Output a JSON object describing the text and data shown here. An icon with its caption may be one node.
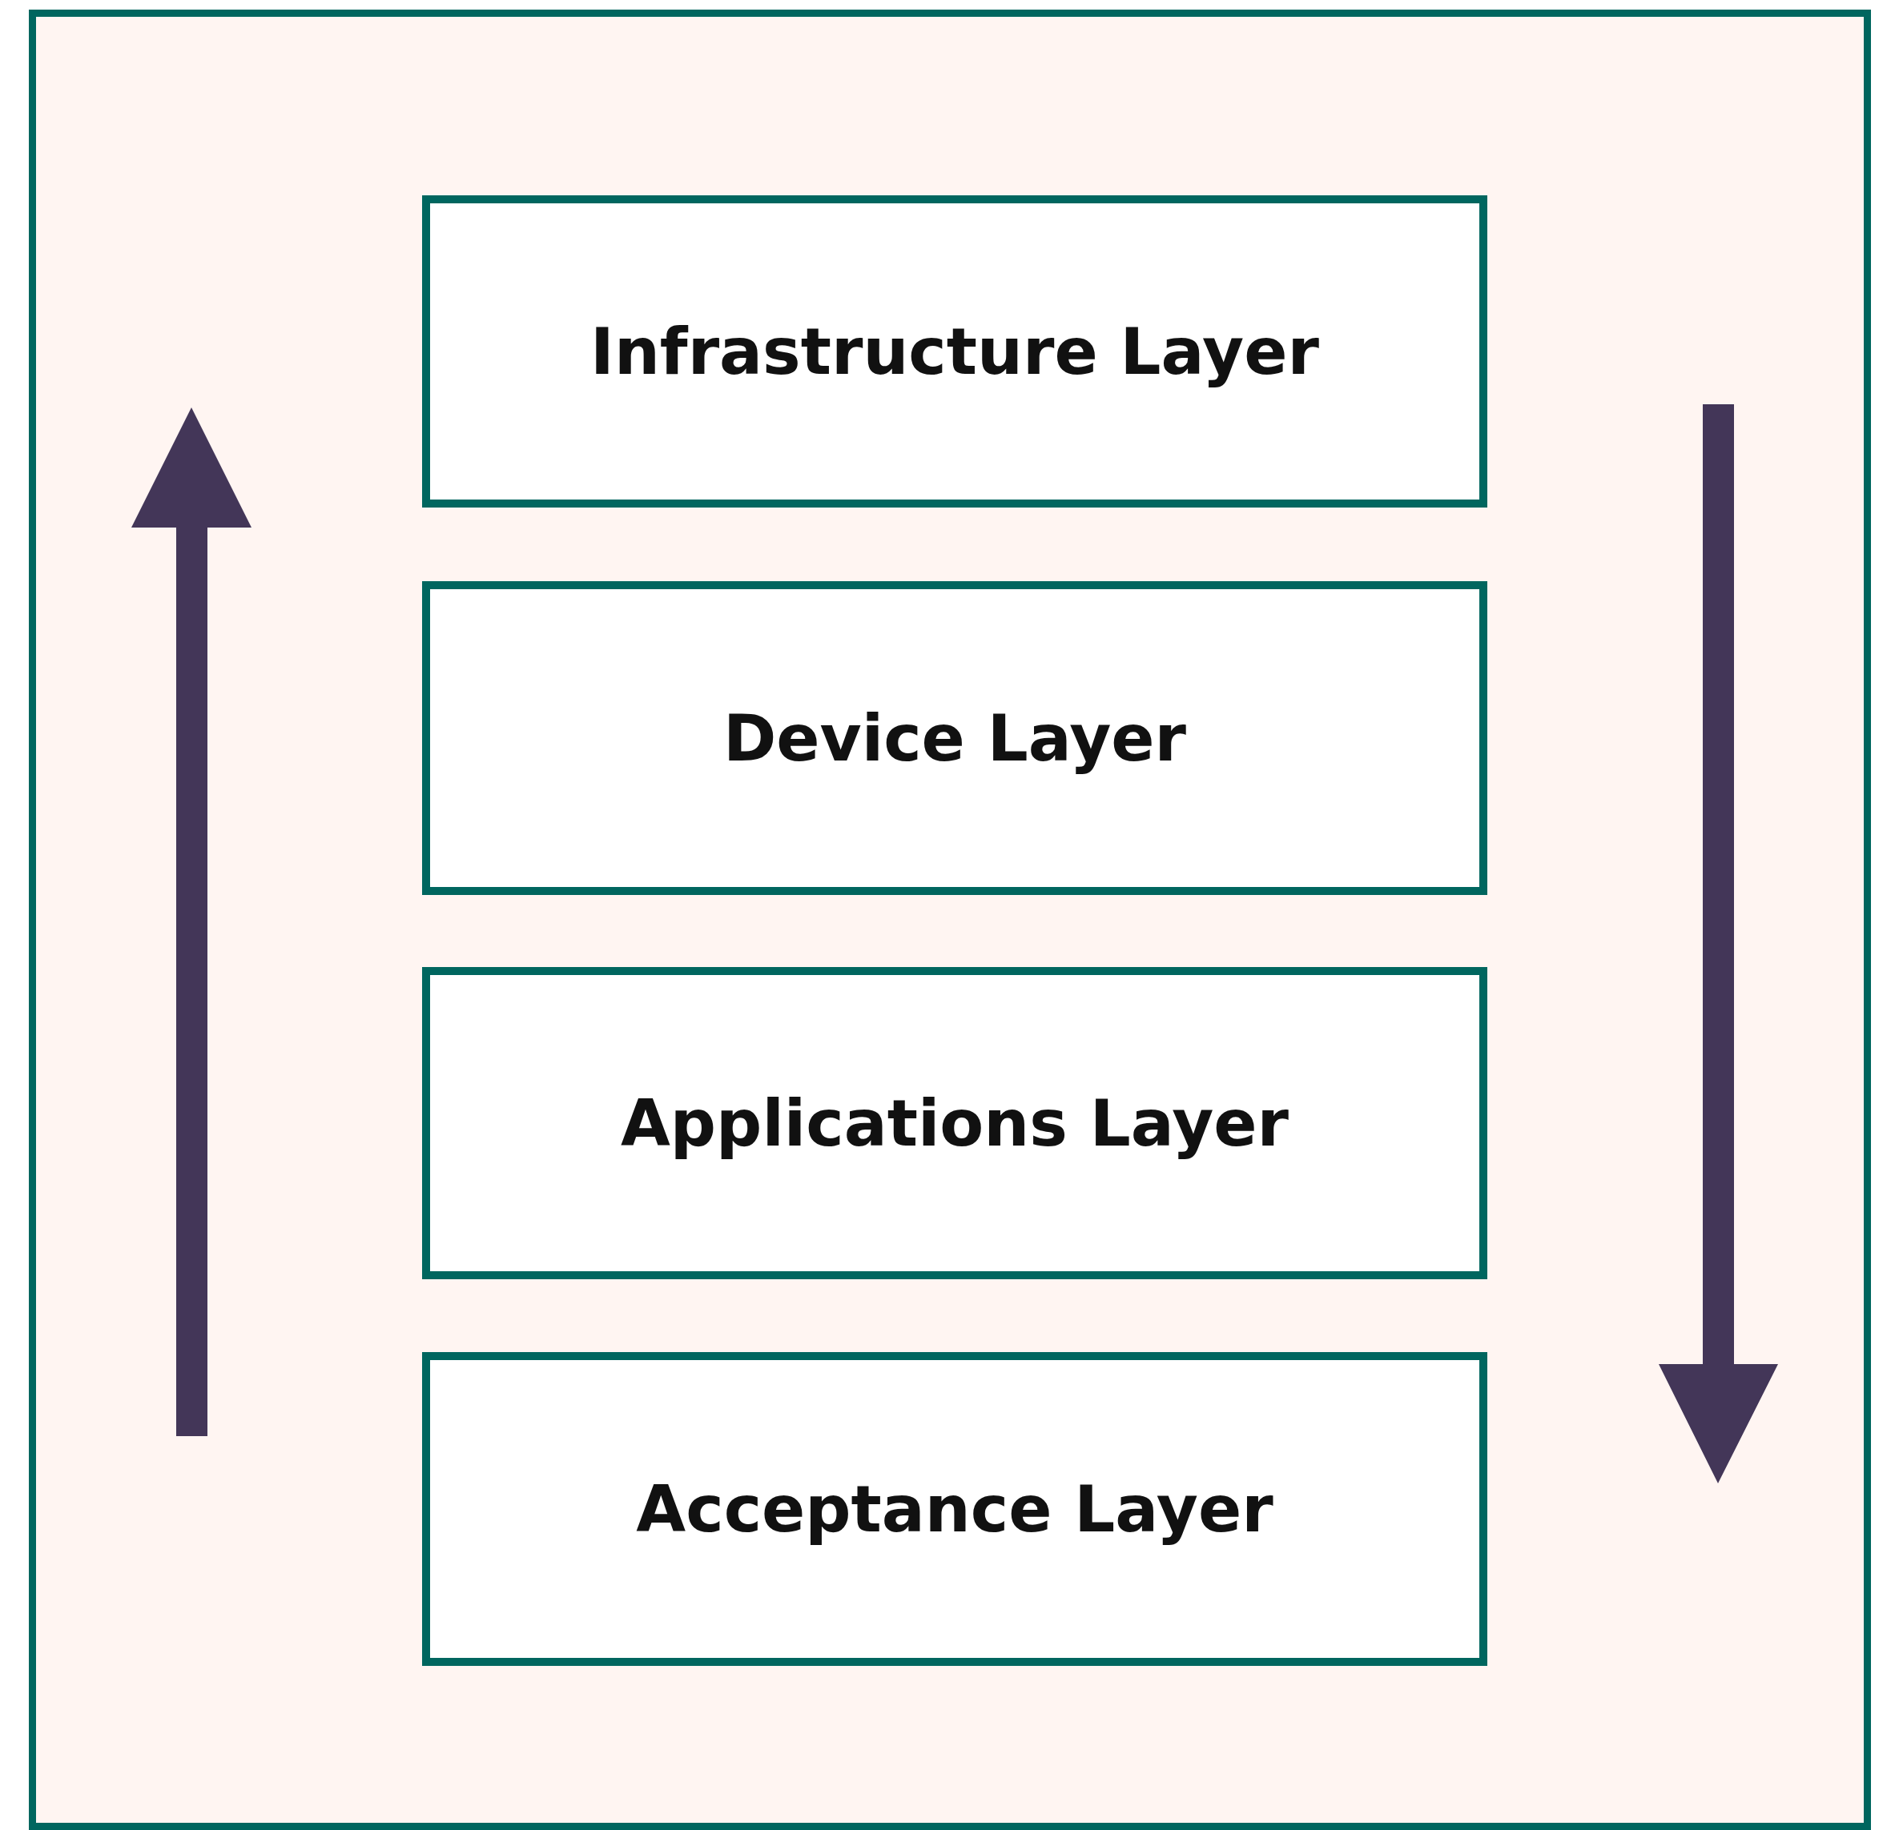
{
  "diagram": {
    "nodes": [
      {
        "text": [
          "Infrastructure Layer"
        ]
      },
      {
        "text": [
          "Device Layer"
        ]
      },
      {
        "text": [
          "Applications Layer"
        ]
      },
      {
        "text": [
          "Acceptance Layer"
        ]
      }
    ]
  }
}
